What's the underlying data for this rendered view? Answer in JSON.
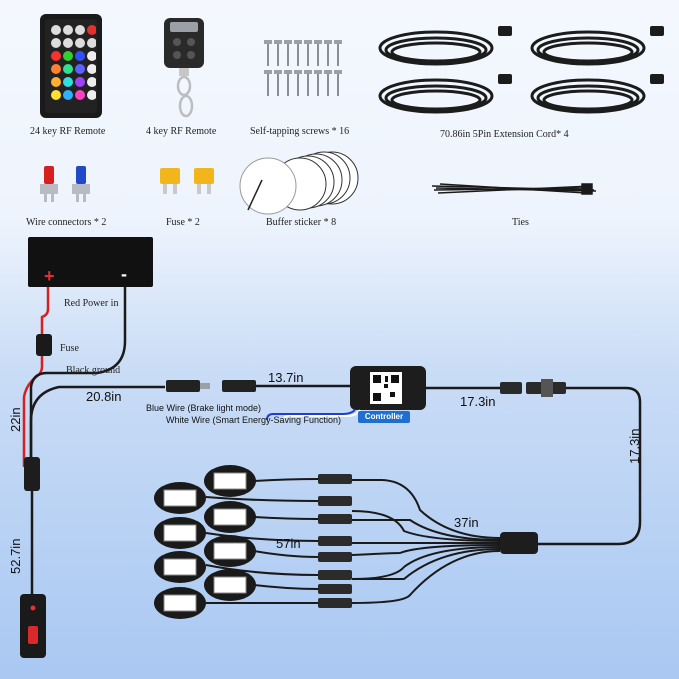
{
  "accessories": {
    "remote24": "24 key RF Remote",
    "remote4": "4 key RF Remote",
    "screws": "Self-tapping screws * 16",
    "extension": "70.86in 5Pin Extension Cord* 4",
    "connectors": "Wire connectors * 2",
    "fuse": "Fuse * 2",
    "sticker": "Buffer sticker * 8",
    "ties": "Ties"
  },
  "wiring": {
    "red_power": "Red Power in",
    "fuse": "Fuse",
    "black_ground": "Black ground",
    "len_22": "22in",
    "len_20_8": "20.8in",
    "len_13_7": "13.7in",
    "len_17_3_h": "17.3in",
    "len_17_3_v": "17.3in",
    "len_52_7": "52.7in",
    "len_37": "37in",
    "len_57": "57in",
    "blue_wire": "Blue Wire (Brake light mode)",
    "white_wire": "White Wire (Smart Energy-Saving Function)",
    "controller": "Controller",
    "plus": "+",
    "minus": "-"
  },
  "colors": {
    "background_top": "#f4f8fe",
    "background_bottom": "#a9c8f2",
    "battery": "#111111",
    "red_wire": "#d62020",
    "controller_badge": "#1f6fd1"
  },
  "light_pods": 8
}
